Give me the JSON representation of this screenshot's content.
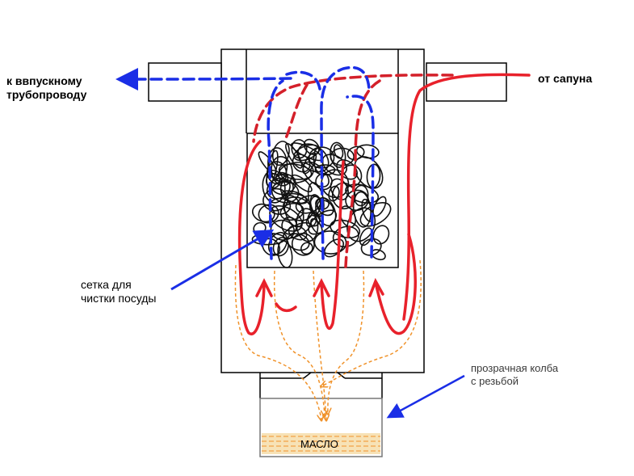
{
  "labels": {
    "intake": "к ввпускному\nтрубопроводу",
    "breather": "от сапуна",
    "mesh": "сетка для\nчистки посуды",
    "flask": "прозрачная колба\nс резьбой",
    "oil": "МАСЛО"
  },
  "colors": {
    "outline": "#000000",
    "intake_flow": "#1a2ee6",
    "breather_flow": "#e8212b",
    "oil_flow": "#f0922a",
    "pointer": "#1a2ee6",
    "oil_fill": "#f7e2b6"
  },
  "icons": {
    "mesh": "scribble-mesh-icon",
    "arrow": "arrowhead-icon"
  }
}
